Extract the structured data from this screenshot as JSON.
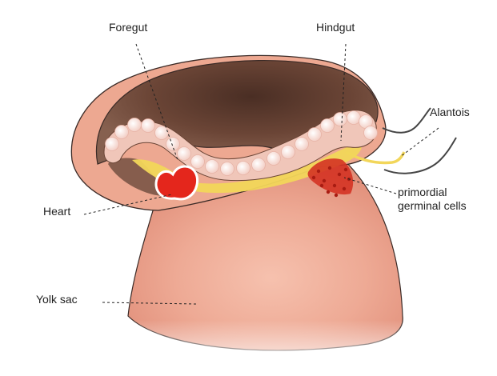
{
  "labels": {
    "foregut": "Foregut",
    "hindgut": "Hindgut",
    "alantois": "Alantois",
    "primordial_line1": "primordial",
    "primordial_line2": "germinal cells",
    "heart": "Heart",
    "yolk_sac": "Yolk sac"
  },
  "colors": {
    "skin": "#eda891",
    "skin_light": "#f7cfc0",
    "amnion_cavity": "#5e3d30",
    "gut_lining": "#f0c6b9",
    "endoderm_yellow": "#f2d65a",
    "heart_red": "#e4261c",
    "germ_cells_red": "#d43324",
    "allantois_outline": "#444444"
  }
}
